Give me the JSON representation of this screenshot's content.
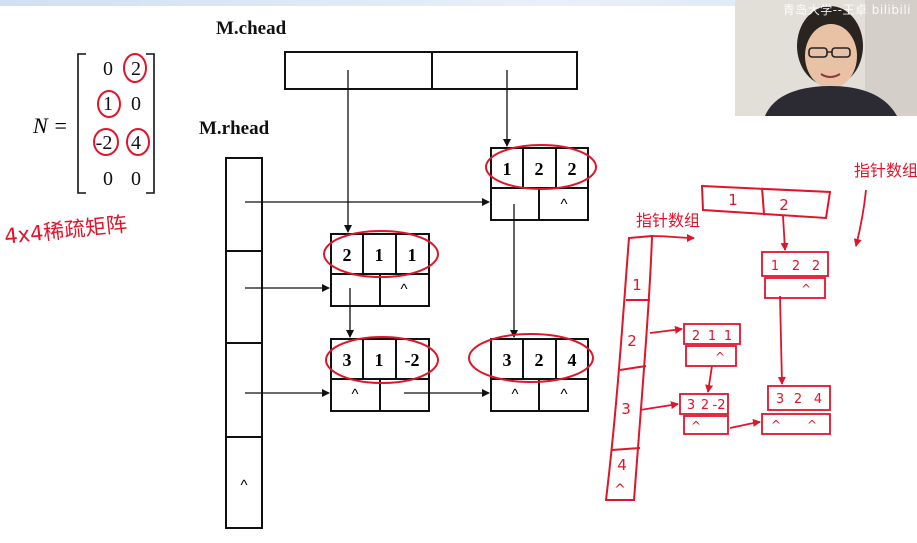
{
  "labels": {
    "chead": "M.chead",
    "rhead": "M.rhead",
    "matrix_name": "N =",
    "null_symbol": "^"
  },
  "matrix": {
    "rows": [
      [
        "0",
        "2"
      ],
      [
        "1",
        "0"
      ],
      [
        "-2",
        "4"
      ],
      [
        "0",
        "0"
      ]
    ]
  },
  "nodes": [
    {
      "id": "n122",
      "values": [
        "1",
        "2",
        "2"
      ]
    },
    {
      "id": "n211",
      "values": [
        "2",
        "1",
        "1"
      ]
    },
    {
      "id": "n31m2",
      "values": [
        "3",
        "1",
        "-2"
      ]
    },
    {
      "id": "n324",
      "values": [
        "3",
        "2",
        "4"
      ]
    }
  ],
  "annotations": {
    "sparse_store": "4x4稀疏矩阵",
    "pointer_array_left": "指针数组",
    "pointer_array_top": "指针数组",
    "sketch_col_head": [
      "1",
      "2"
    ],
    "sketch_row_head": [
      "1",
      "2",
      "3",
      "4"
    ],
    "sketch_nodes": [
      {
        "id": "s122",
        "values": [
          "1",
          "2",
          "2"
        ]
      },
      {
        "id": "s211",
        "values": [
          "2",
          "1",
          "1"
        ]
      },
      {
        "id": "s32m2",
        "values": [
          "3",
          "2",
          "-2"
        ]
      },
      {
        "id": "s324",
        "values": [
          "3",
          "2",
          "4"
        ]
      }
    ]
  },
  "watermark": "青岛大学--王卓 bilibili",
  "colors": {
    "ink": "#111111",
    "annotation": "#e0142a"
  }
}
